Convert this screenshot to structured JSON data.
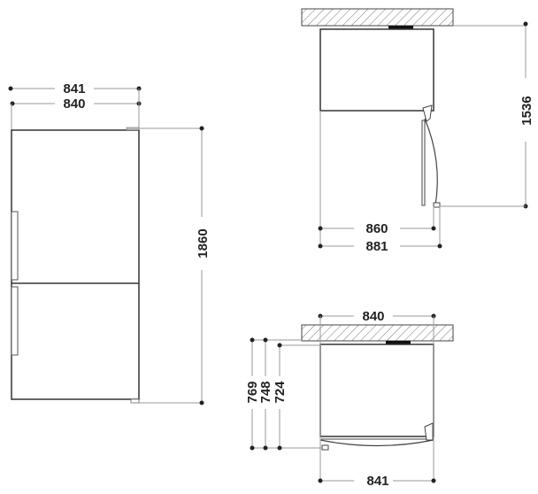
{
  "front_view": {
    "width_outer": "841",
    "width_body": "840",
    "height": "1860"
  },
  "top_view_door_open": {
    "door_open_depth": "1536",
    "depth_body": "860",
    "depth_total": "881"
  },
  "top_view_door_closed": {
    "width": "840",
    "width_outer": "841",
    "depth_a": "769",
    "depth_b": "748",
    "depth_c": "724"
  }
}
